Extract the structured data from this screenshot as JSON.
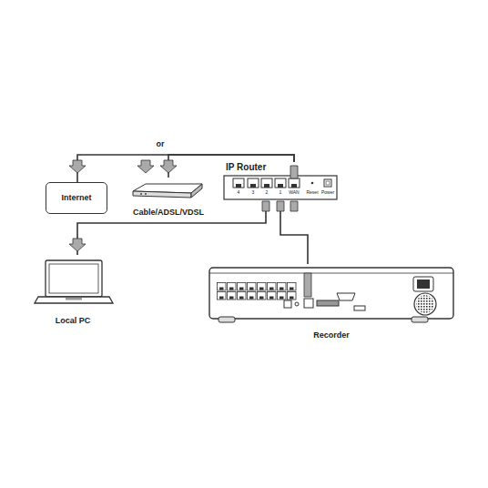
{
  "diagram": {
    "nodes": [
      {
        "text": [
          "Internet"
        ]
      },
      {
        "text": [
          "Cable/ADSL/VDSL"
        ]
      },
      {
        "text": [
          "IP Router"
        ]
      },
      {
        "text": [
          "Local PC"
        ]
      },
      {
        "text": [
          "Recorder"
        ]
      }
    ],
    "edges": [
      {
        "from": 2,
        "to": 0,
        "arrow": "none"
      },
      {
        "from": 2,
        "to": 1,
        "arrow": "none"
      },
      {
        "from": 2,
        "to": 3,
        "arrow": "none"
      },
      {
        "from": 2,
        "to": 4,
        "arrow": "none"
      }
    ],
    "labels": [
      "or",
      "4",
      "3",
      "2",
      "1",
      "WAN",
      "Reset",
      "Power"
    ]
  }
}
